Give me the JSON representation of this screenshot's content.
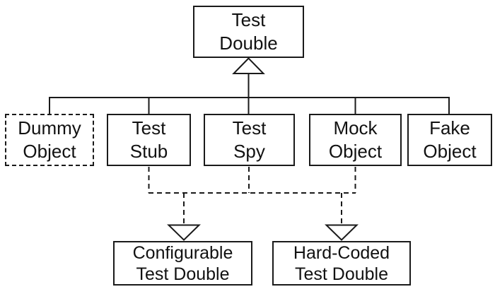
{
  "colors": {
    "line": "#1a1a1a",
    "background": "#ffffff",
    "text": "#111111"
  },
  "nodes": {
    "test_double": {
      "line1": "Test",
      "line2": "Double"
    },
    "dummy_object": {
      "line1": "Dummy",
      "line2": "Object"
    },
    "test_stub": {
      "line1": "Test",
      "line2": "Stub"
    },
    "test_spy": {
      "line1": "Test",
      "line2": "Spy"
    },
    "mock_object": {
      "line1": "Mock",
      "line2": "Object"
    },
    "fake_object": {
      "line1": "Fake",
      "line2": "Object"
    },
    "configurable_test_double": {
      "line1": "Configurable",
      "line2": "Test Double"
    },
    "hard_coded_test_double": {
      "line1": "Hard-Coded",
      "line2": "Test Double"
    }
  },
  "edges": [
    {
      "from": [
        "dummy_object",
        "test_stub",
        "test_spy",
        "mock_object",
        "fake_object"
      ],
      "to": "test_double",
      "line": "solid",
      "arrowhead": "hollow-triangle-up"
    },
    {
      "from": [
        "test_stub",
        "test_spy",
        "mock_object"
      ],
      "to": "configurable_test_double",
      "line": "dashed",
      "arrowhead": "hollow-triangle-down"
    },
    {
      "from": [
        "test_stub",
        "test_spy",
        "mock_object"
      ],
      "to": "hard_coded_test_double",
      "line": "dashed",
      "arrowhead": "hollow-triangle-down"
    }
  ]
}
